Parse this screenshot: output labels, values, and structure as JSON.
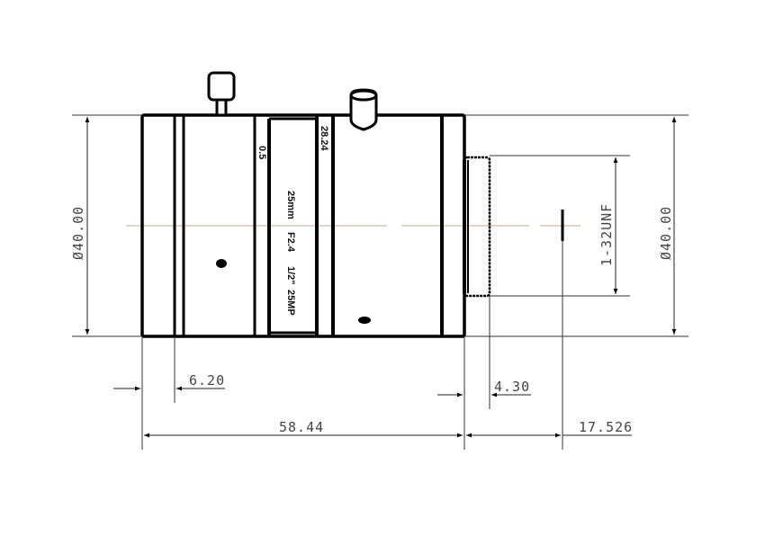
{
  "drawing": {
    "subject": "C-mount lens side view technical drawing",
    "colors": {
      "outline": "#000000",
      "dimension_line": "#333333",
      "centerline": "#c8a888",
      "text": "#444444"
    }
  },
  "dimensions": {
    "left_diameter": "Ø40.00",
    "right_diameter": "Ø40.00",
    "thread": "1-32UNF",
    "front_ring_width": "6.20",
    "overall_length": "58.44",
    "mount_depth": "4.30",
    "flange_distance": "17.526"
  },
  "engravings": {
    "focus_near": "0.5",
    "focus_far": "28.24",
    "focal_length": "25mm",
    "aperture": "F2.4",
    "sensor": "1/2\"",
    "resolution": "25MP"
  }
}
